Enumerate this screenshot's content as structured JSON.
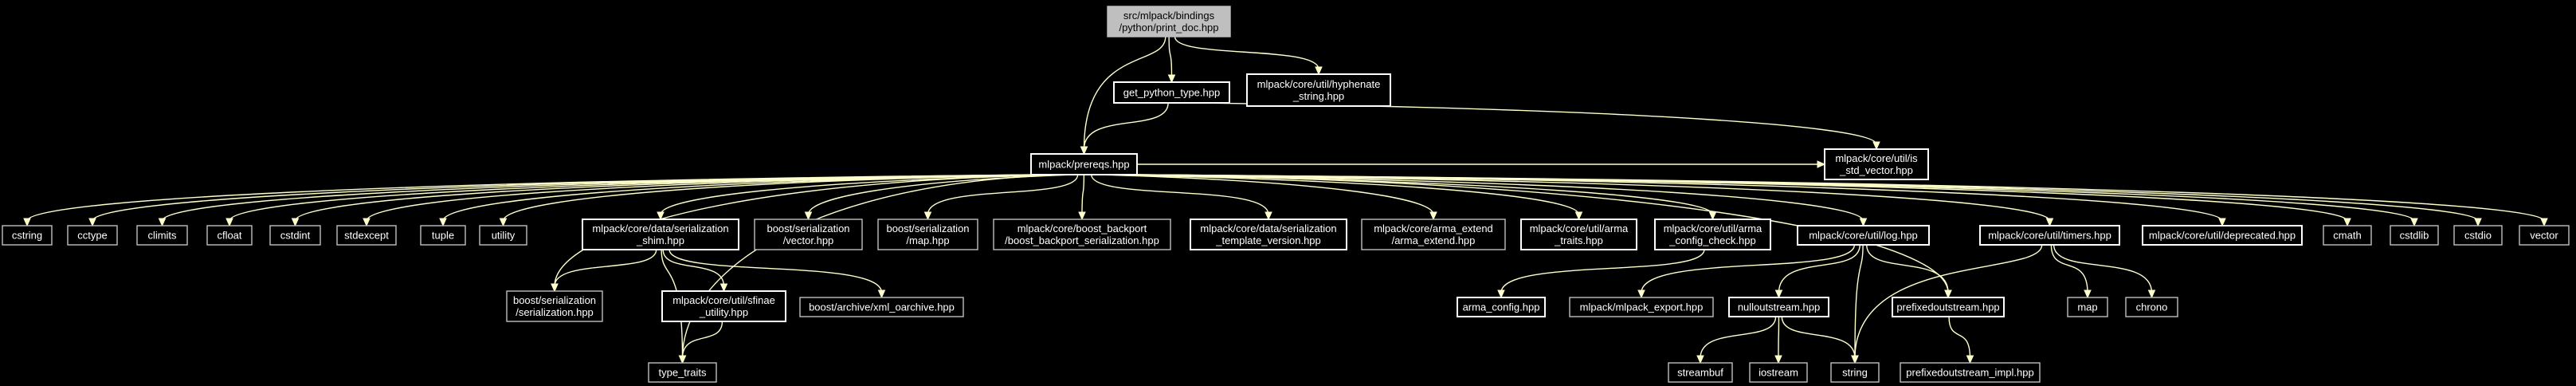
{
  "diagram": {
    "type": "include-dependency-graph",
    "colors": {
      "background": "#000000",
      "edge": "#ffffcc",
      "root_fill": "#bfbfbf",
      "node_text": "#ffffff"
    },
    "nodes": [
      {
        "id": "root",
        "lines": [
          "src/mlpack/bindings",
          "/python/print_doc.hpp"
        ],
        "style": "root"
      },
      {
        "id": "get_python_type",
        "lines": [
          "get_python_type.hpp"
        ],
        "style": "linked"
      },
      {
        "id": "hyphenate",
        "lines": [
          "mlpack/core/util/hyphenate",
          "_string.hpp"
        ],
        "style": "linked"
      },
      {
        "id": "prereqs",
        "lines": [
          "mlpack/prereqs.hpp"
        ],
        "style": "linked"
      },
      {
        "id": "is_std_vector",
        "lines": [
          "mlpack/core/util/is",
          "_std_vector.hpp"
        ],
        "style": "linked"
      },
      {
        "id": "cstring",
        "lines": [
          "cstring"
        ],
        "style": "plain"
      },
      {
        "id": "cctype",
        "lines": [
          "cctype"
        ],
        "style": "plain"
      },
      {
        "id": "climits",
        "lines": [
          "climits"
        ],
        "style": "plain"
      },
      {
        "id": "cfloat",
        "lines": [
          "cfloat"
        ],
        "style": "plain"
      },
      {
        "id": "cstdint",
        "lines": [
          "cstdint"
        ],
        "style": "plain"
      },
      {
        "id": "stdexcept",
        "lines": [
          "stdexcept"
        ],
        "style": "plain"
      },
      {
        "id": "tuple",
        "lines": [
          "tuple"
        ],
        "style": "plain"
      },
      {
        "id": "utility",
        "lines": [
          "utility"
        ],
        "style": "plain"
      },
      {
        "id": "serialization_shim",
        "lines": [
          "mlpack/core/data/serialization",
          "_shim.hpp"
        ],
        "style": "linked"
      },
      {
        "id": "boost_vector",
        "lines": [
          "boost/serialization",
          "/vector.hpp"
        ],
        "style": "plain"
      },
      {
        "id": "boost_map",
        "lines": [
          "boost/serialization",
          "/map.hpp"
        ],
        "style": "plain"
      },
      {
        "id": "boost_backport",
        "lines": [
          "mlpack/core/boost_backport",
          "/boost_backport_serialization.hpp"
        ],
        "style": "plain"
      },
      {
        "id": "serialization_template",
        "lines": [
          "mlpack/core/data/serialization",
          "_template_version.hpp"
        ],
        "style": "linked"
      },
      {
        "id": "arma_extend",
        "lines": [
          "mlpack/core/arma_extend",
          "/arma_extend.hpp"
        ],
        "style": "plain"
      },
      {
        "id": "arma_traits",
        "lines": [
          "mlpack/core/util/arma",
          "_traits.hpp"
        ],
        "style": "linked"
      },
      {
        "id": "arma_config_check",
        "lines": [
          "mlpack/core/util/arma",
          "_config_check.hpp"
        ],
        "style": "linked"
      },
      {
        "id": "log",
        "lines": [
          "mlpack/core/util/log.hpp"
        ],
        "style": "linked"
      },
      {
        "id": "timers",
        "lines": [
          "mlpack/core/util/timers.hpp"
        ],
        "style": "linked"
      },
      {
        "id": "deprecated",
        "lines": [
          "mlpack/core/util/deprecated.hpp"
        ],
        "style": "linked"
      },
      {
        "id": "cmath",
        "lines": [
          "cmath"
        ],
        "style": "plain"
      },
      {
        "id": "cstdlib",
        "lines": [
          "cstdlib"
        ],
        "style": "plain"
      },
      {
        "id": "cstdio",
        "lines": [
          "cstdio"
        ],
        "style": "plain"
      },
      {
        "id": "vector",
        "lines": [
          "vector"
        ],
        "style": "plain"
      },
      {
        "id": "boost_serialization",
        "lines": [
          "boost/serialization",
          "/serialization.hpp"
        ],
        "style": "plain"
      },
      {
        "id": "sfinae",
        "lines": [
          "mlpack/core/util/sfinae",
          "_utility.hpp"
        ],
        "style": "linked"
      },
      {
        "id": "xml_oarchive",
        "lines": [
          "boost/archive/xml_oarchive.hpp"
        ],
        "style": "plain"
      },
      {
        "id": "arma_config",
        "lines": [
          "arma_config.hpp"
        ],
        "style": "linked"
      },
      {
        "id": "mlpack_export",
        "lines": [
          "mlpack/mlpack_export.hpp"
        ],
        "style": "plain"
      },
      {
        "id": "nulloutstream",
        "lines": [
          "nulloutstream.hpp"
        ],
        "style": "linked"
      },
      {
        "id": "prefixedoutstream",
        "lines": [
          "prefixedoutstream.hpp"
        ],
        "style": "linked"
      },
      {
        "id": "map",
        "lines": [
          "map"
        ],
        "style": "plain"
      },
      {
        "id": "chrono",
        "lines": [
          "chrono"
        ],
        "style": "plain"
      },
      {
        "id": "type_traits",
        "lines": [
          "type_traits"
        ],
        "style": "plain"
      },
      {
        "id": "streambuf",
        "lines": [
          "streambuf"
        ],
        "style": "plain"
      },
      {
        "id": "iostream",
        "lines": [
          "iostream"
        ],
        "style": "plain"
      },
      {
        "id": "string",
        "lines": [
          "string"
        ],
        "style": "plain"
      },
      {
        "id": "prefixedoutstream_impl",
        "lines": [
          "prefixedoutstream_impl.hpp"
        ],
        "style": "plain"
      }
    ],
    "edges": [
      [
        "root",
        "get_python_type"
      ],
      [
        "root",
        "hyphenate"
      ],
      [
        "root",
        "prereqs"
      ],
      [
        "get_python_type",
        "prereqs"
      ],
      [
        "get_python_type",
        "is_std_vector"
      ],
      [
        "prereqs",
        "cstring"
      ],
      [
        "prereqs",
        "cctype"
      ],
      [
        "prereqs",
        "climits"
      ],
      [
        "prereqs",
        "cfloat"
      ],
      [
        "prereqs",
        "cstdint"
      ],
      [
        "prereqs",
        "stdexcept"
      ],
      [
        "prereqs",
        "tuple"
      ],
      [
        "prereqs",
        "utility"
      ],
      [
        "prereqs",
        "serialization_shim"
      ],
      [
        "prereqs",
        "boost_vector"
      ],
      [
        "prereqs",
        "boost_map"
      ],
      [
        "prereqs",
        "boost_backport"
      ],
      [
        "prereqs",
        "serialization_template"
      ],
      [
        "prereqs",
        "arma_extend"
      ],
      [
        "prereqs",
        "arma_traits"
      ],
      [
        "prereqs",
        "arma_config_check"
      ],
      [
        "prereqs",
        "log"
      ],
      [
        "prereqs",
        "timers"
      ],
      [
        "prereqs",
        "deprecated"
      ],
      [
        "prereqs",
        "cmath"
      ],
      [
        "prereqs",
        "cstdlib"
      ],
      [
        "prereqs",
        "cstdio"
      ],
      [
        "prereqs",
        "vector"
      ],
      [
        "prereqs",
        "is_std_vector"
      ],
      [
        "prereqs",
        "boost_serialization"
      ],
      [
        "prereqs",
        "type_traits"
      ],
      [
        "prereqs",
        "prefixedoutstream"
      ],
      [
        "serialization_shim",
        "boost_serialization"
      ],
      [
        "serialization_shim",
        "sfinae"
      ],
      [
        "serialization_shim",
        "xml_oarchive"
      ],
      [
        "serialization_shim",
        "type_traits"
      ],
      [
        "sfinae",
        "type_traits"
      ],
      [
        "arma_config_check",
        "arma_config"
      ],
      [
        "log",
        "mlpack_export"
      ],
      [
        "log",
        "nulloutstream"
      ],
      [
        "log",
        "prefixedoutstream"
      ],
      [
        "log",
        "string"
      ],
      [
        "nulloutstream",
        "streambuf"
      ],
      [
        "nulloutstream",
        "iostream"
      ],
      [
        "nulloutstream",
        "string"
      ],
      [
        "prefixedoutstream",
        "prefixedoutstream_impl"
      ],
      [
        "timers",
        "map"
      ],
      [
        "timers",
        "chrono"
      ],
      [
        "timers",
        "string"
      ]
    ]
  }
}
